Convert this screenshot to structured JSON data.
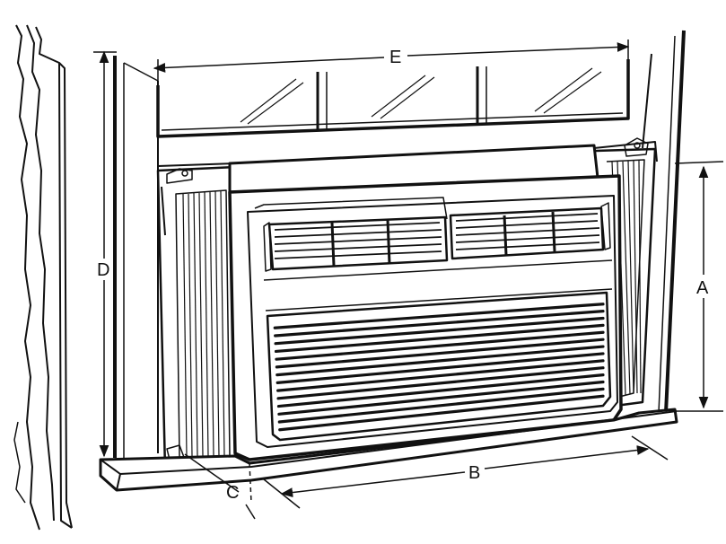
{
  "diagram": {
    "labels": {
      "A": "A",
      "B": "B",
      "C": "C",
      "D": "D",
      "E": "E"
    },
    "colors": {
      "line": "#111111",
      "fill": "#ffffff"
    },
    "icons": [
      "window-frame",
      "window-sash",
      "air-conditioner",
      "accordion-panel",
      "window-sill",
      "wall"
    ]
  }
}
